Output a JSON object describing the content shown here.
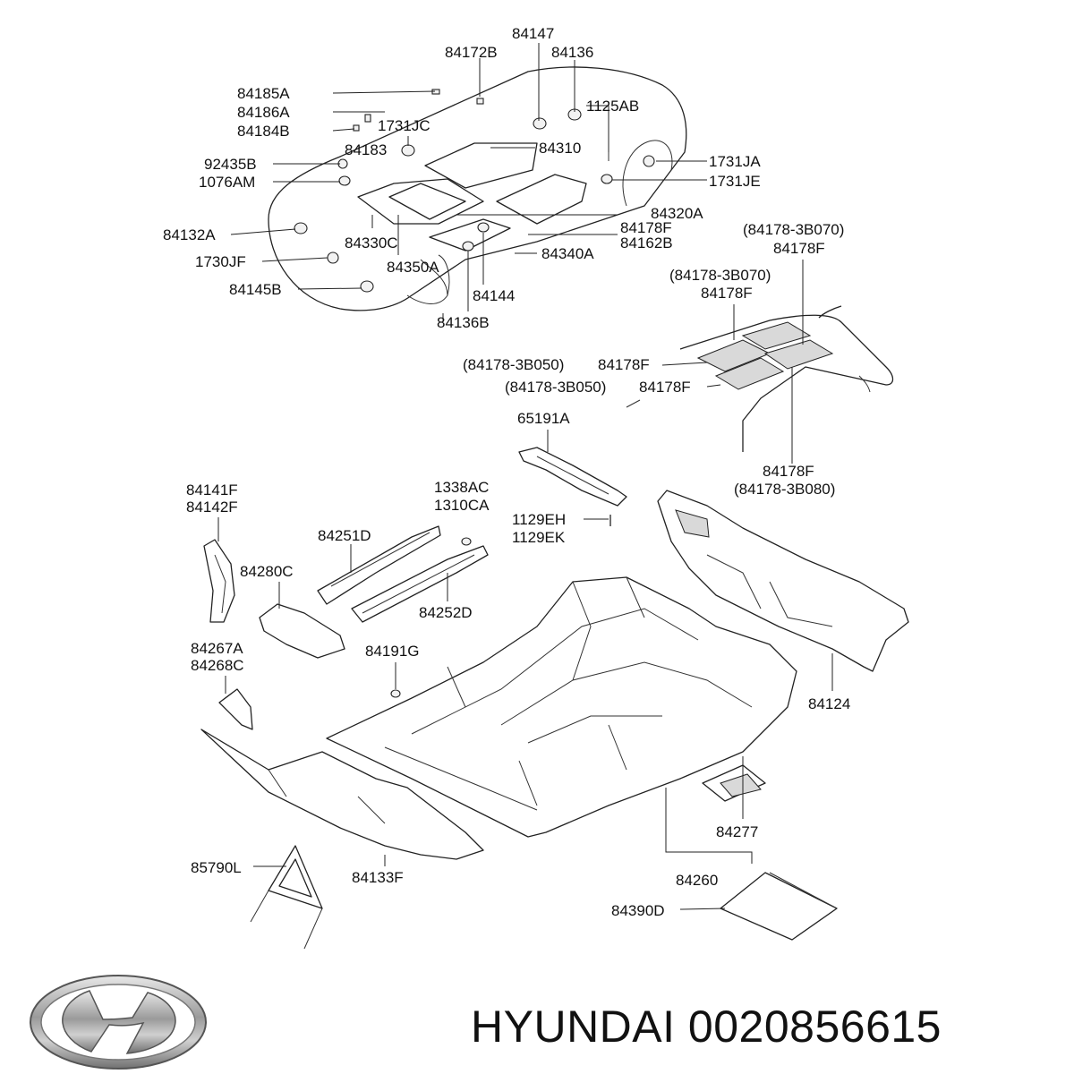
{
  "labels": {
    "l84147": "84147",
    "l84172B": "84172B",
    "l84136": "84136",
    "l84185A": "84185A",
    "l84186A": "84186A",
    "l1125AB": "1125AB",
    "l84184B": "84184B",
    "l1731JC": "1731JC",
    "l84183": "84183",
    "l84310": "84310",
    "l92435B": "92435B",
    "l1731JA": "1731JA",
    "l1076AM": "1076AM",
    "l1731JE": "1731JE",
    "l84320A": "84320A",
    "l84132A": "84132A",
    "l84330C": "84330C",
    "l84178F_a": "84178F",
    "l84162B": "84162B",
    "l1730JF": "1730JF",
    "l84350A": "84350A",
    "l84340A": "84340A",
    "l84145B": "84145B",
    "l84144": "84144",
    "l84136B": "84136B",
    "l3B070_1": "(84178-3B070)",
    "l84178F_b": "84178F",
    "l3B070_2": "(84178-3B070)",
    "l84178F_c": "84178F",
    "l3B050_1": "(84178-3B050)",
    "l84178F_d": "84178F",
    "l3B050_2": "(84178-3B050)",
    "l84178F_e": "84178F",
    "l65191A": "65191A",
    "l84178F_f": "84178F",
    "l3B080": "(84178-3B080)",
    "l84141F": "84141F",
    "l84142F": "84142F",
    "l1338AC": "1338AC",
    "l1310CA": "1310CA",
    "l1129EH": "1129EH",
    "l1129EK": "1129EK",
    "l84251D": "84251D",
    "l84280C": "84280C",
    "l84252D": "84252D",
    "l84267A": "84267A",
    "l84268C": "84268C",
    "l84191G": "84191G",
    "l84124": "84124",
    "l84277": "84277",
    "l85790L": "85790L",
    "l84260": "84260",
    "l84133F": "84133F",
    "l84390D": "84390D"
  },
  "caption": "HYUNDAI 0020856615",
  "logo_name": "hyundai-logo",
  "colors": {
    "line": "#222222",
    "background": "#ffffff"
  }
}
